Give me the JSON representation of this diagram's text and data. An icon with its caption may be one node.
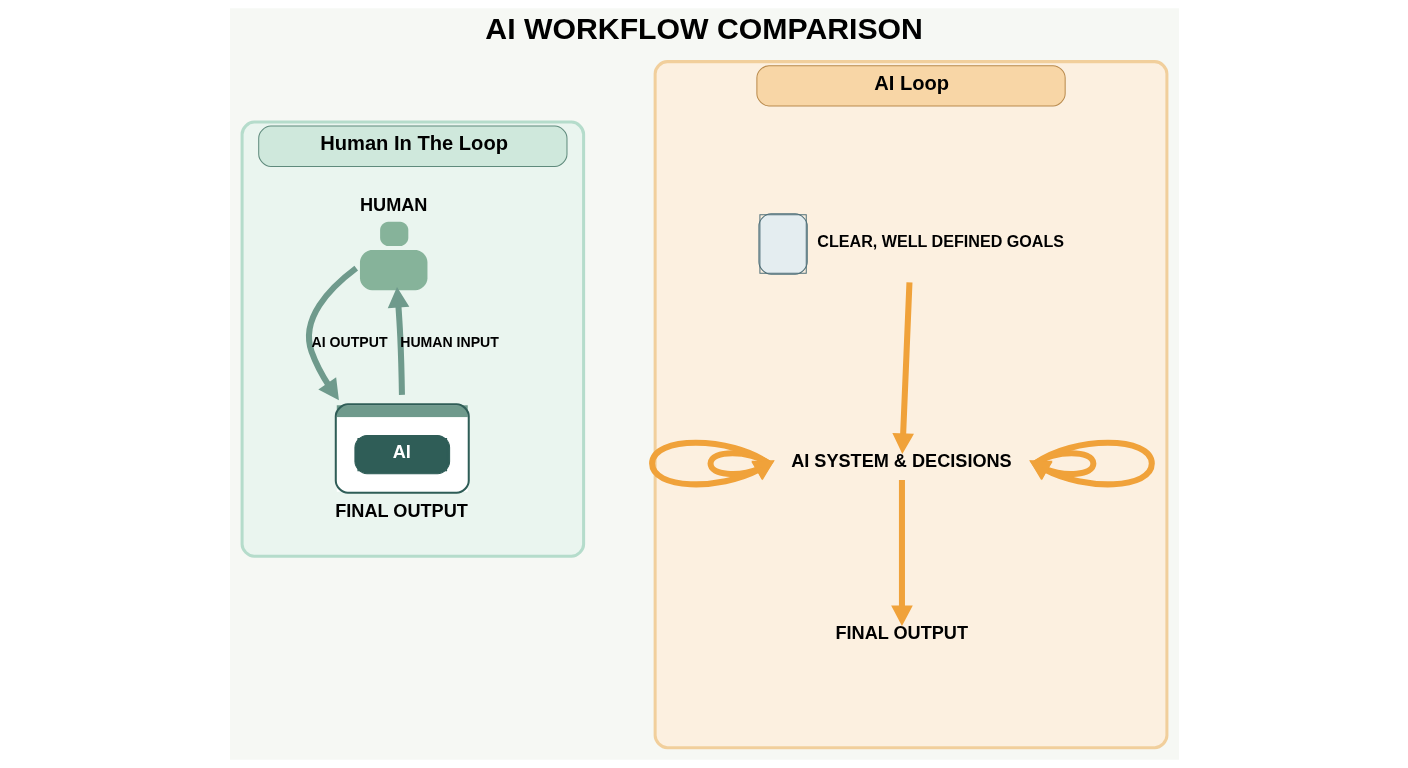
{
  "diagram": {
    "title": "AI WORKFLOW COMPARISON",
    "nodes": [
      {
        "text": [
          "Human In The Loop"
        ]
      },
      {
        "text": [
          "HUMAN"
        ],
        "in": 0
      },
      {
        "text": [
          "AI"
        ],
        "beside": [
          "FINAL OUTPUT"
        ],
        "in": 0
      },
      {
        "text": [
          "AI Loop"
        ]
      },
      {
        "text": [],
        "shape": "document",
        "beside": [
          "CLEAR, WELL DEFINED GOALS"
        ],
        "in": 3
      },
      {
        "text": [
          "AI SYSTEM & DECISIONS"
        ],
        "in": 3
      },
      {
        "text": [
          "FINAL OUTPUT"
        ],
        "in": 3
      }
    ],
    "edges": [
      {
        "from": 2,
        "to": 1,
        "arrow": "to",
        "label": "HUMAN INPUT",
        "color": "#6f9a8c"
      },
      {
        "from": 1,
        "to": 2,
        "arrow": "to",
        "label": "AI OUTPUT",
        "color": "#6f9a8c"
      },
      {
        "from": 4,
        "to": 5,
        "arrow": "to"
      },
      {
        "from": 5,
        "to": 5,
        "arrow": "to"
      },
      {
        "from": 5,
        "to": 5,
        "arrow": "to"
      },
      {
        "from": 5,
        "to": 5,
        "arrow": "to"
      },
      {
        "from": 5,
        "to": 5,
        "arrow": "to"
      },
      {
        "from": 5,
        "to": 6,
        "arrow": "to"
      }
    ]
  }
}
